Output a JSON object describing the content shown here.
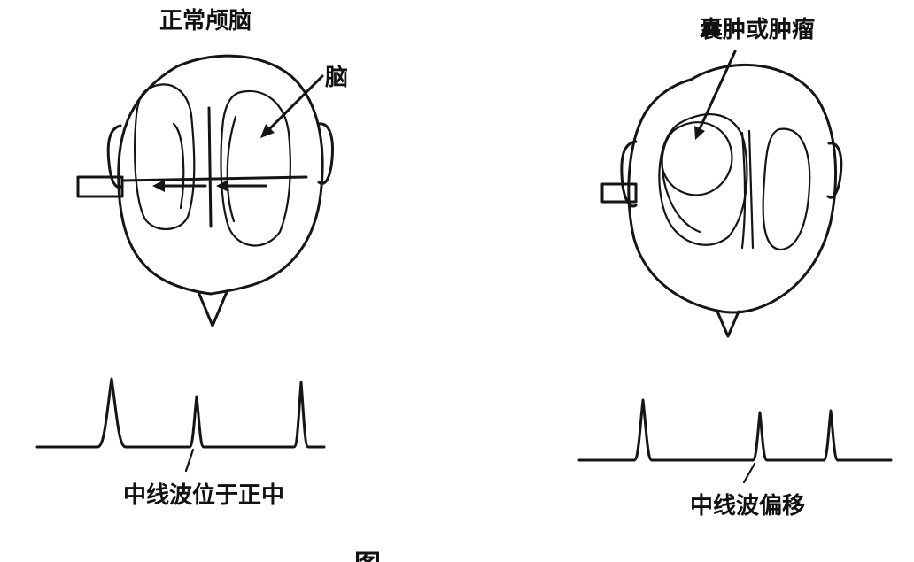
{
  "left_panel": {
    "title": "正常颅脑",
    "brain_label": "脑",
    "caption": "中线波位于正中"
  },
  "right_panel": {
    "title": "囊肿或肿瘤",
    "caption": "中线波偏移"
  },
  "figure_caption": "图"
}
